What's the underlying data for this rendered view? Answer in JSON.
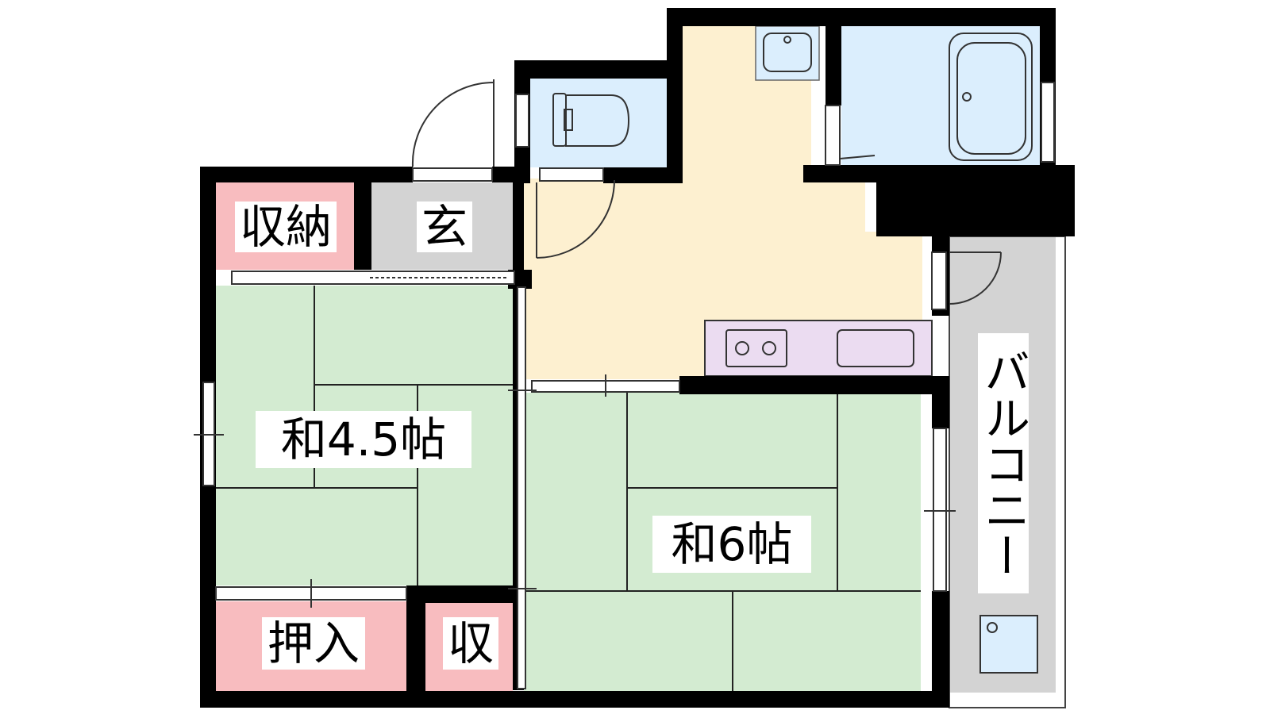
{
  "rooms": {
    "storage_top": "収納",
    "entrance": "玄",
    "japanese_room_small": "和4.5帖",
    "japanese_room_large": "和6帖",
    "closet": "押入",
    "storage_small": "収",
    "balcony": "バルコニー"
  },
  "colors": {
    "wall": "#000000",
    "tatami": "#d3ebd1",
    "storage": "#f8bcbf",
    "entrance": "#d3d3d3",
    "kitchen_floor": "#fdf0d0",
    "wet_area": "#dbeefd",
    "kitchen_counter": "#ebdcf1",
    "balcony": "#d3d3d3"
  }
}
